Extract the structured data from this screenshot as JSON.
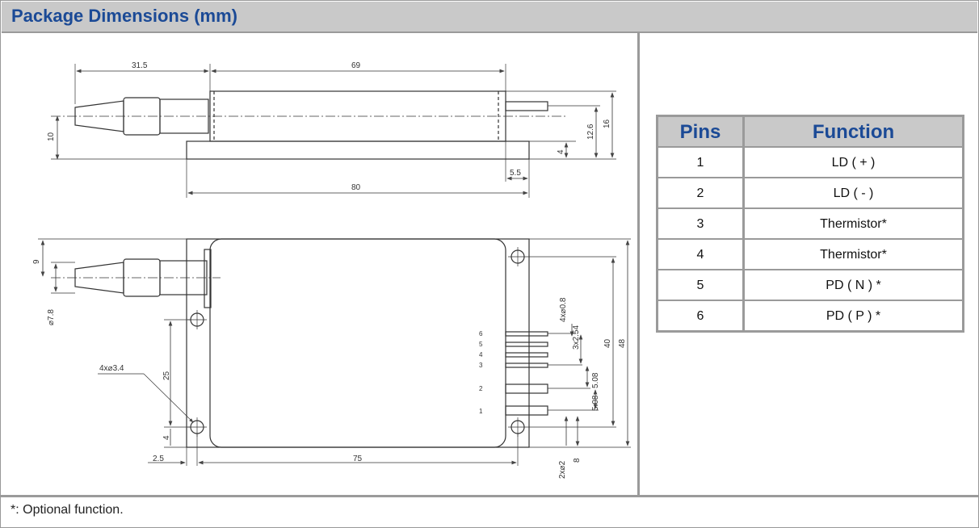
{
  "header": {
    "title": "Package Dimensions (mm)"
  },
  "footer": {
    "note": "*: Optional function."
  },
  "pins_table": {
    "col_pins": "Pins",
    "col_function": "Function",
    "rows": [
      {
        "pin": "1",
        "function": "LD ( + )"
      },
      {
        "pin": "2",
        "function": "LD ( - )"
      },
      {
        "pin": "3",
        "function": "Thermistor*"
      },
      {
        "pin": "4",
        "function": "Thermistor*"
      },
      {
        "pin": "5",
        "function": "PD ( N ) *"
      },
      {
        "pin": "6",
        "function": "PD ( P ) *"
      }
    ]
  },
  "drawing": {
    "side_view": {
      "dim_fiber_length": "31.5",
      "dim_body_length": "69",
      "dim_base_length": "80",
      "dim_pin_offset": "5.5",
      "dim_fiber_height": "10",
      "dim_base_height": "4",
      "dim_pin_height": "12.6",
      "dim_total_height": "16"
    },
    "top_view": {
      "dim_fiber_offset": "9",
      "dim_fiber_diameter": "⌀7.8",
      "dim_mount_holes": "4x⌀3.4",
      "dim_hole_spacing_v": "25",
      "dim_hole_offset": "4",
      "dim_edge_offset": "2.5",
      "dim_hole_spacing_h": "75",
      "dim_pin_diameter": "4x⌀0.8",
      "dim_pin_pitch": "3x2.54",
      "dim_pin_gap_a": "5.08",
      "dim_pin_gap_b": "5.08",
      "dim_inner_width": "40",
      "dim_total_width": "48",
      "dim_big_pins": "2x⌀2",
      "dim_pin_bottom": "8",
      "pin_numbers": [
        "6",
        "5",
        "4",
        "3",
        "2",
        "1"
      ]
    }
  }
}
